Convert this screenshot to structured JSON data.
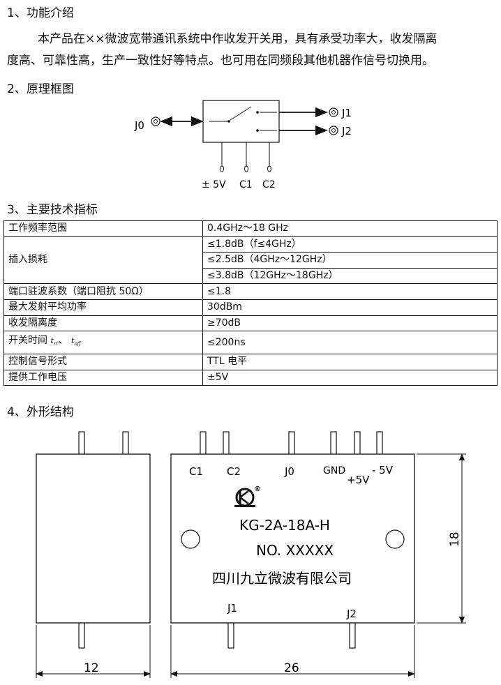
{
  "section1": {
    "title": "1、功能介绍",
    "para_line1": "本产品在××微波宽带通讯系统中作收发开关用，具有承受功率大，收发隔离",
    "para_line2": "度高、可靠性高，生产一致性好等特点。也可用在同频段其他机器作信号切换用。"
  },
  "section2": {
    "title": "2、原理框图",
    "diagram": {
      "j0": "J0",
      "j1": "J1",
      "j2": "J2",
      "pwr": "± 5V",
      "c1": "C1",
      "c2": "C2"
    }
  },
  "section3": {
    "title": "3、主要技术指标",
    "rows": [
      {
        "param": "工作频率范围",
        "value": "0.4GHz～18 GHz"
      },
      {
        "param": "插入损耗",
        "values": [
          "≤1.8dB（f≤4GHz）",
          "≤2.5dB（4GHz～12GHz）",
          "≤3.8dB（12GHz～18GHz）"
        ]
      },
      {
        "param": "端口驻波系数（端口阻抗 50Ω）",
        "value": "≤1.8"
      },
      {
        "param": "最大发射平均功率",
        "value": "30dBm"
      },
      {
        "param": "收发隔离度",
        "value": "≥70dB"
      },
      {
        "param": "开关时间",
        "sub_on": "t",
        "sub_on_idx": "rr",
        "sep": "、",
        "sub_off": "t",
        "sub_off_idx": "off",
        "value": "≤200ns"
      },
      {
        "param": "控制信号形式",
        "value": "TTL 电平"
      },
      {
        "param": "提供工作电压",
        "value": "±5V"
      }
    ]
  },
  "section4": {
    "title": "4、外形结构",
    "drawing": {
      "c1": "C1",
      "c2": "C2",
      "j0": "J0",
      "gnd": "GND",
      "p5v": "+5V",
      "m5v": "- 5V",
      "reg": "®",
      "model": "KG-2A-18A-H",
      "serial": "NO. XXXXX",
      "company": "四川九立微波有限公司",
      "j1": "J1",
      "j2": "J2",
      "dim_side": "12",
      "dim_front": "26",
      "dim_height": "18"
    }
  }
}
